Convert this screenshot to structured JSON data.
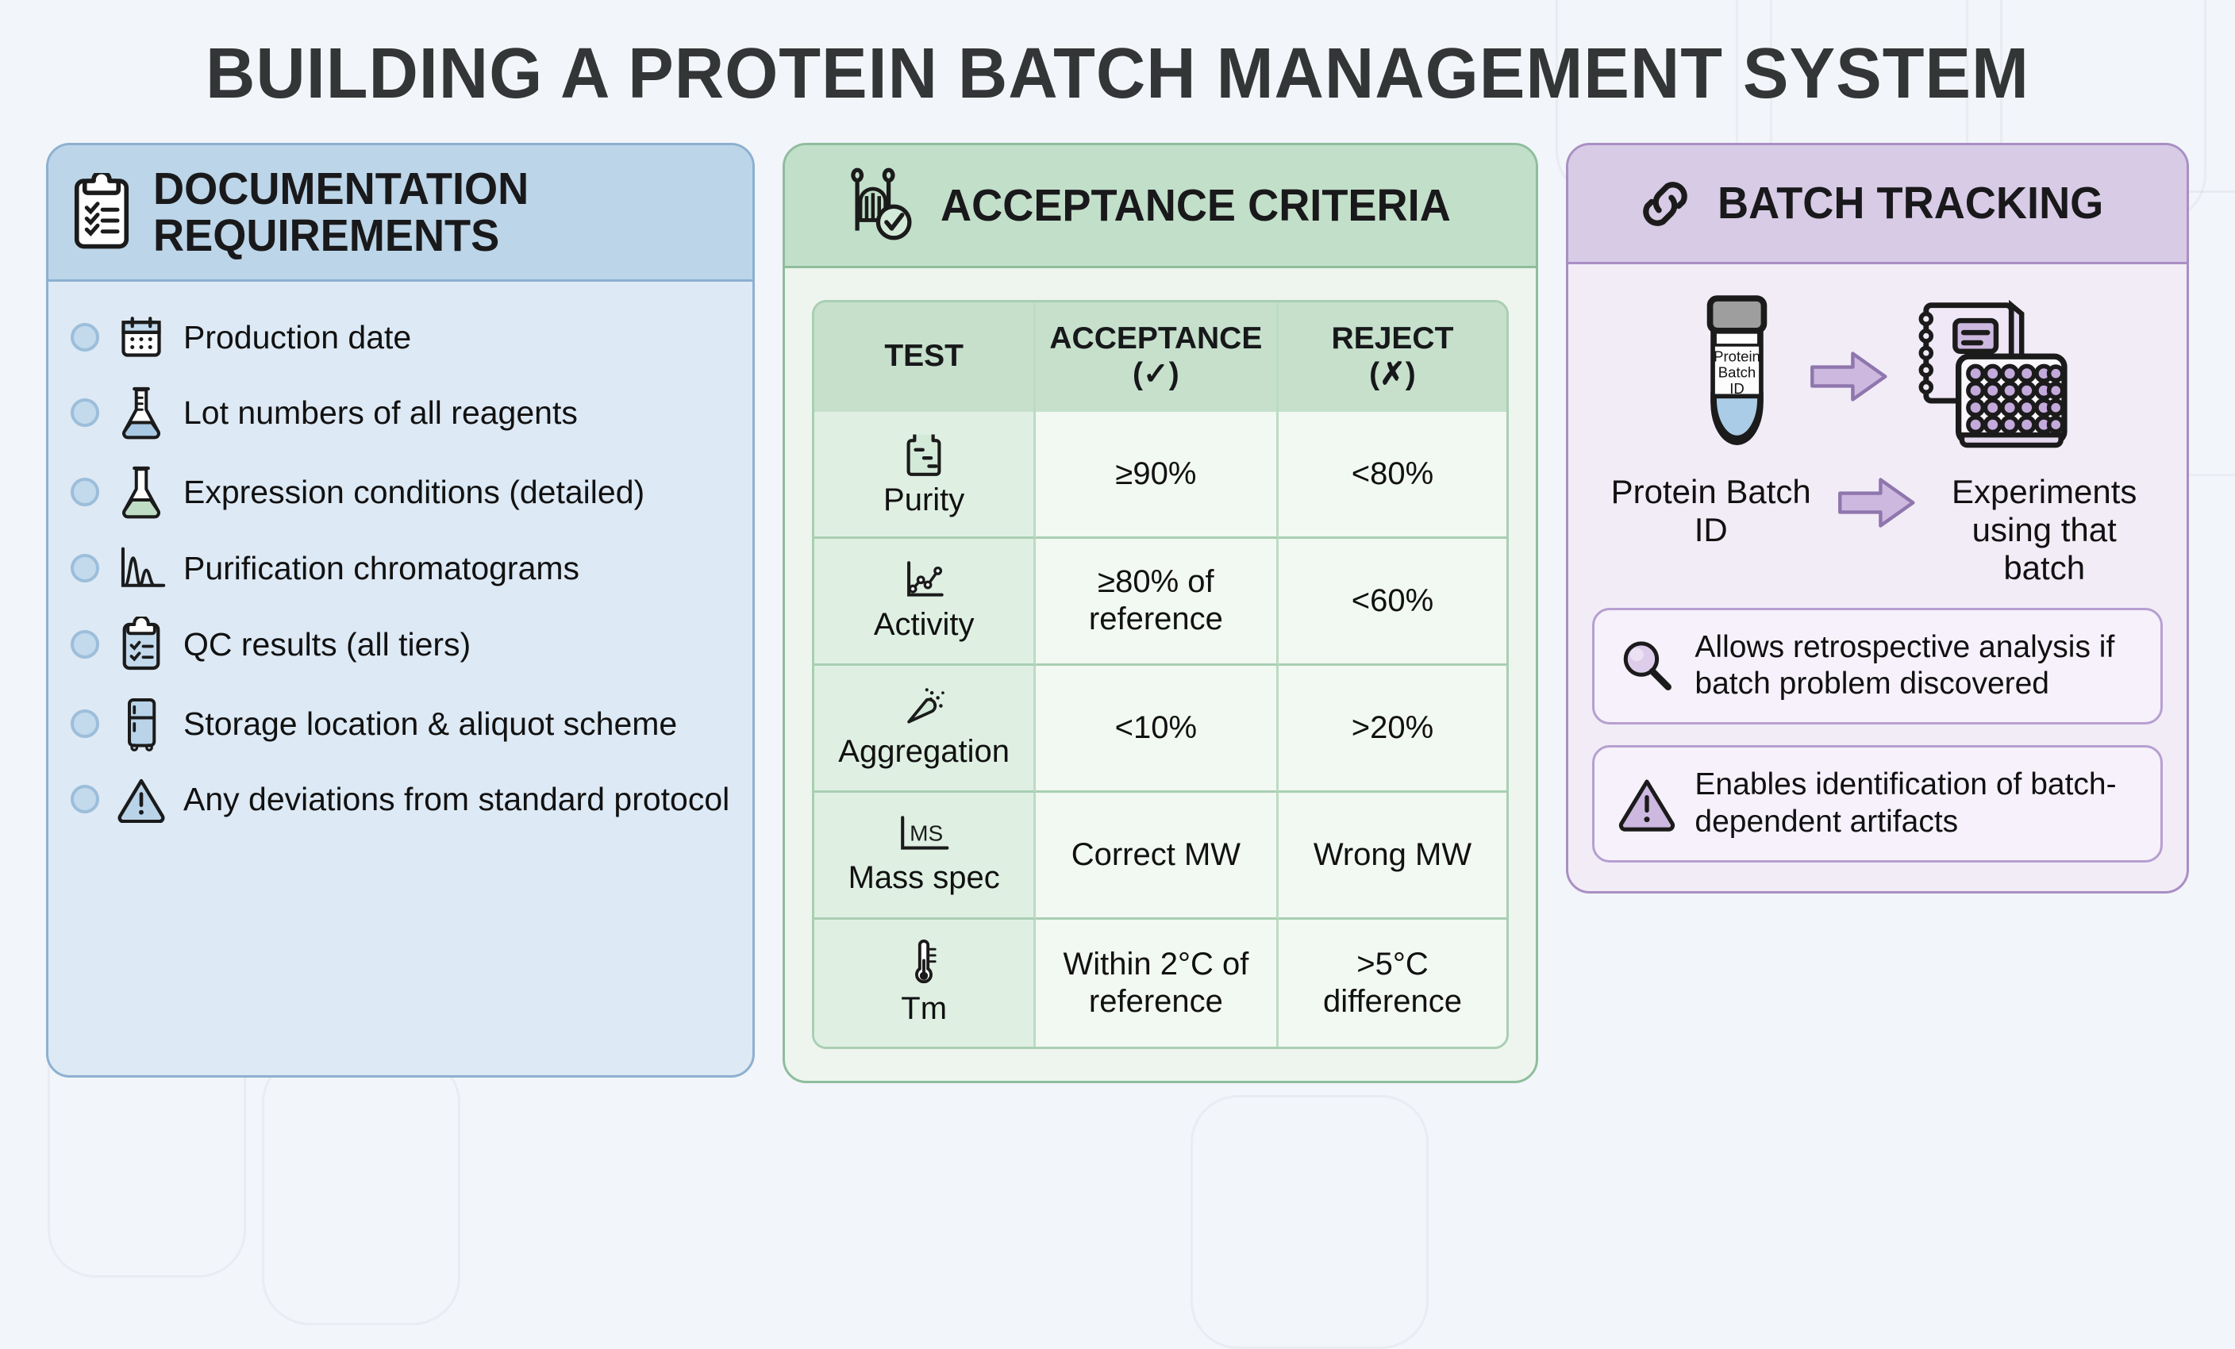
{
  "title": "BUILDING A PROTEIN BATCH MANAGEMENT SYSTEM",
  "colors": {
    "background": "#f2f5f9",
    "blue_header": "#bcd5e8",
    "blue_body": "#dde9f4",
    "blue_border": "#8db0d0",
    "green_header": "#c2dfc9",
    "green_body": "#eef5ee",
    "green_border": "#8fbd9c",
    "purple_header": "#d8cbe6",
    "purple_body": "#f2ecf7",
    "purple_border": "#a98fc4",
    "title_text": "#333537"
  },
  "panels": {
    "documentation": {
      "heading": "DOCUMENTATION REQUIREMENTS",
      "heading_icon": "clipboard-checklist-icon",
      "items": [
        {
          "label": "Production date",
          "icon": "calendar-icon"
        },
        {
          "label": "Lot numbers of all reagents",
          "icon": "flask-blue-icon"
        },
        {
          "label": "Expression conditions (detailed)",
          "icon": "flask-green-icon"
        },
        {
          "label": "Purification chromatograms",
          "icon": "chromatogram-icon"
        },
        {
          "label": "QC results (all tiers)",
          "icon": "clipboard-check-icon"
        },
        {
          "label": "Storage location & aliquot scheme",
          "icon": "fridge-icon"
        },
        {
          "label": "Any deviations from standard protocol",
          "icon": "warning-triangle-icon"
        }
      ]
    },
    "acceptance": {
      "heading": "ACCEPTANCE CRITERIA",
      "heading_icon": "gate-check-icon",
      "table": {
        "headers": [
          "TEST",
          "ACCEPTANCE (✓)",
          "REJECT (✗)"
        ],
        "header_test": "TEST",
        "header_accept_line1": "ACCEPTANCE",
        "header_accept_line2": "(✓)",
        "header_reject_line1": "REJECT",
        "header_reject_line2": "(✗)",
        "rows": [
          {
            "test": "Purity",
            "icon": "gel-lane-icon",
            "accept": "≥90%",
            "reject": "<80%"
          },
          {
            "test": "Activity",
            "icon": "line-chart-icon",
            "accept": "≥80% of reference",
            "reject": "<60%"
          },
          {
            "test": "Aggregation",
            "icon": "scatter-burst-icon",
            "accept": "<10%",
            "reject": ">20%"
          },
          {
            "test": "Mass spec",
            "icon": "ms-axis-icon",
            "accept": "Correct MW",
            "reject": "Wrong MW"
          },
          {
            "test": "Tm",
            "icon": "thermometer-icon",
            "accept": "Within 2°C of reference",
            "reject": ">5°C difference"
          }
        ]
      }
    },
    "tracking": {
      "heading": "BATCH TRACKING",
      "heading_icon": "link-chain-icon",
      "vial_label_lines": [
        "Protein",
        "Batch",
        "ID"
      ],
      "flow": {
        "source_label": "Protein Batch ID",
        "source_icon": "cryo-vial-icon",
        "arrow_icon": "arrow-right-icon",
        "target_label": "Experiments using that batch",
        "target_icon": "notebook-wellplate-icon"
      },
      "notes": [
        {
          "text": "Allows retrospective analysis if batch problem discovered",
          "icon": "magnifier-icon"
        },
        {
          "text": "Enables identification of batch-dependent artifacts",
          "icon": "warning-triangle-icon"
        }
      ]
    }
  }
}
